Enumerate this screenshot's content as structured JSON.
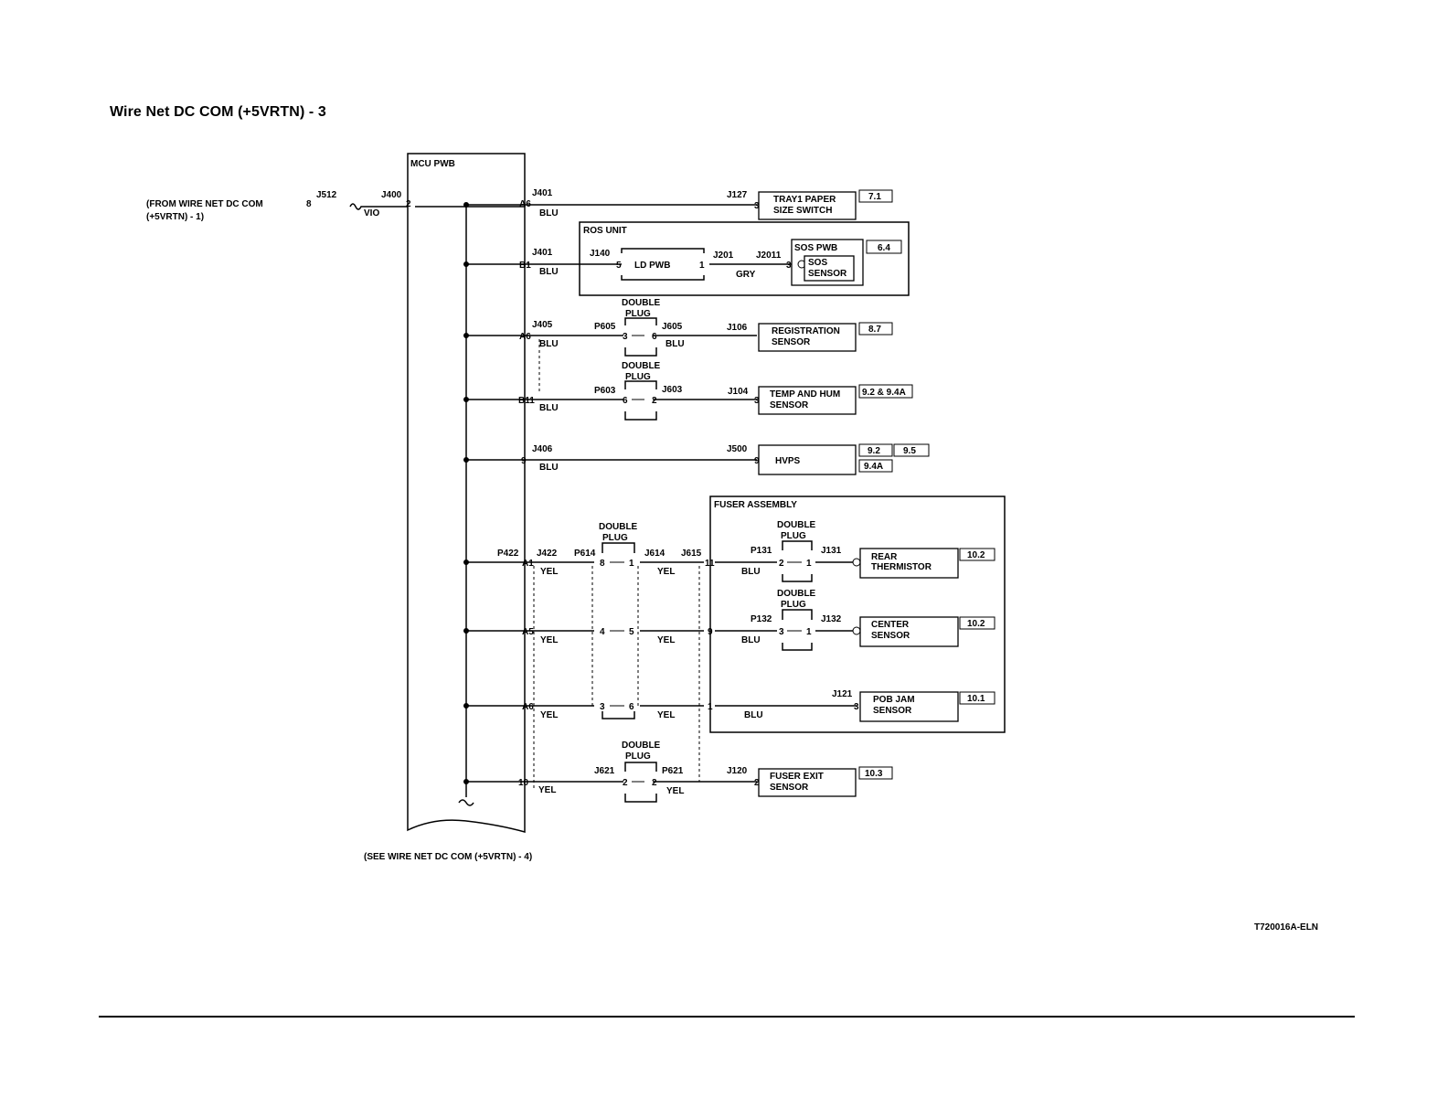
{
  "title": "Wire Net DC COM (+5VRTN) - 3",
  "doc_id": "T720016A-ELN",
  "from_note": [
    "(FROM WIRE NET DC COM",
    "(+5VRTN) - 1)"
  ],
  "see_note": "(SEE WIRE NET DC COM (+5VRTN) - 4)",
  "mcu": "MCU PWB",
  "input": {
    "pin": "8",
    "jlabel": "J512",
    "j2": "J400",
    "pin2": "2",
    "color": "VIO"
  },
  "common": {
    "double_plug": [
      "DOUBLE",
      "PLUG"
    ],
    "blu": "BLU",
    "yel": "YEL",
    "gry": "GRY"
  },
  "r1": {
    "jack": "J401",
    "pin": "A6",
    "dest_j": "J127",
    "dest_pin": "3",
    "box": [
      "TRAY1 PAPER",
      "SIZE SWITCH"
    ],
    "refs": [
      "7.1"
    ]
  },
  "ros": {
    "title": "ROS UNIT",
    "jack": "J401",
    "pin": "B1",
    "j140": "J140",
    "pin5": "5",
    "ld": "LD PWB",
    "pin1": "1",
    "j201": "J201",
    "j2011": "J2011",
    "pin3": "3",
    "sos_pwb": "SOS PWB",
    "sos_sensor": [
      "SOS",
      "SENSOR"
    ],
    "refs": [
      "6.4"
    ]
  },
  "r3": {
    "jack": "J405",
    "pin": "A6",
    "plug": "P605",
    "p_in": "3",
    "p_out": "6",
    "jack2": "J605",
    "dest_j": "J106",
    "box": [
      "REGISTRATION",
      "SENSOR"
    ],
    "refs": [
      "8.7"
    ]
  },
  "r4": {
    "pin": "B11",
    "plug": "P603",
    "p_in": "6",
    "p_out": "2",
    "jack2": "J603",
    "dest_j": "J104",
    "dest_pin": "3",
    "box": [
      "TEMP AND HUM",
      "SENSOR"
    ],
    "refs": [
      "9.2 & 9.4A"
    ]
  },
  "r5": {
    "jack": "J406",
    "pin": "9",
    "dest_j": "J500",
    "dest_pin": "9",
    "box": [
      "HVPS"
    ],
    "refs": [
      "9.2",
      "9.5",
      "9.4A"
    ]
  },
  "fuser": {
    "title": "FUSER ASSEMBLY",
    "p422": "P422",
    "j422": "J422",
    "p614": "P614",
    "j614": "J614",
    "j615": "J615",
    "pins_mcu": [
      "A1",
      "A5",
      "A6"
    ],
    "plug_left": [
      "8",
      "4",
      "3"
    ],
    "plug_right": [
      "1",
      "5",
      "6"
    ],
    "j615_pins": [
      "11",
      "9",
      "1"
    ],
    "rear": {
      "plug": "P131",
      "pa": "2",
      "pb": "1",
      "jack": "J131",
      "box": [
        "REAR",
        "THERMISTOR"
      ],
      "refs": [
        "10.2"
      ]
    },
    "center": {
      "plug": "P132",
      "pa": "3",
      "pb": "1",
      "jack": "J132",
      "box": [
        "CENTER",
        "SENSOR"
      ],
      "refs": [
        "10.2"
      ]
    },
    "pob": {
      "jack": "J121",
      "pin": "3",
      "box": [
        "POB JAM",
        "SENSOR"
      ],
      "refs": [
        "10.1"
      ]
    }
  },
  "r9": {
    "pin": "10",
    "jack": "J621",
    "pa": "2",
    "pb": "2",
    "plug": "P621",
    "dest_j": "J120",
    "dest_pin": "2",
    "box": [
      "FUSER EXIT",
      "SENSOR"
    ],
    "refs": [
      "10.3"
    ]
  }
}
